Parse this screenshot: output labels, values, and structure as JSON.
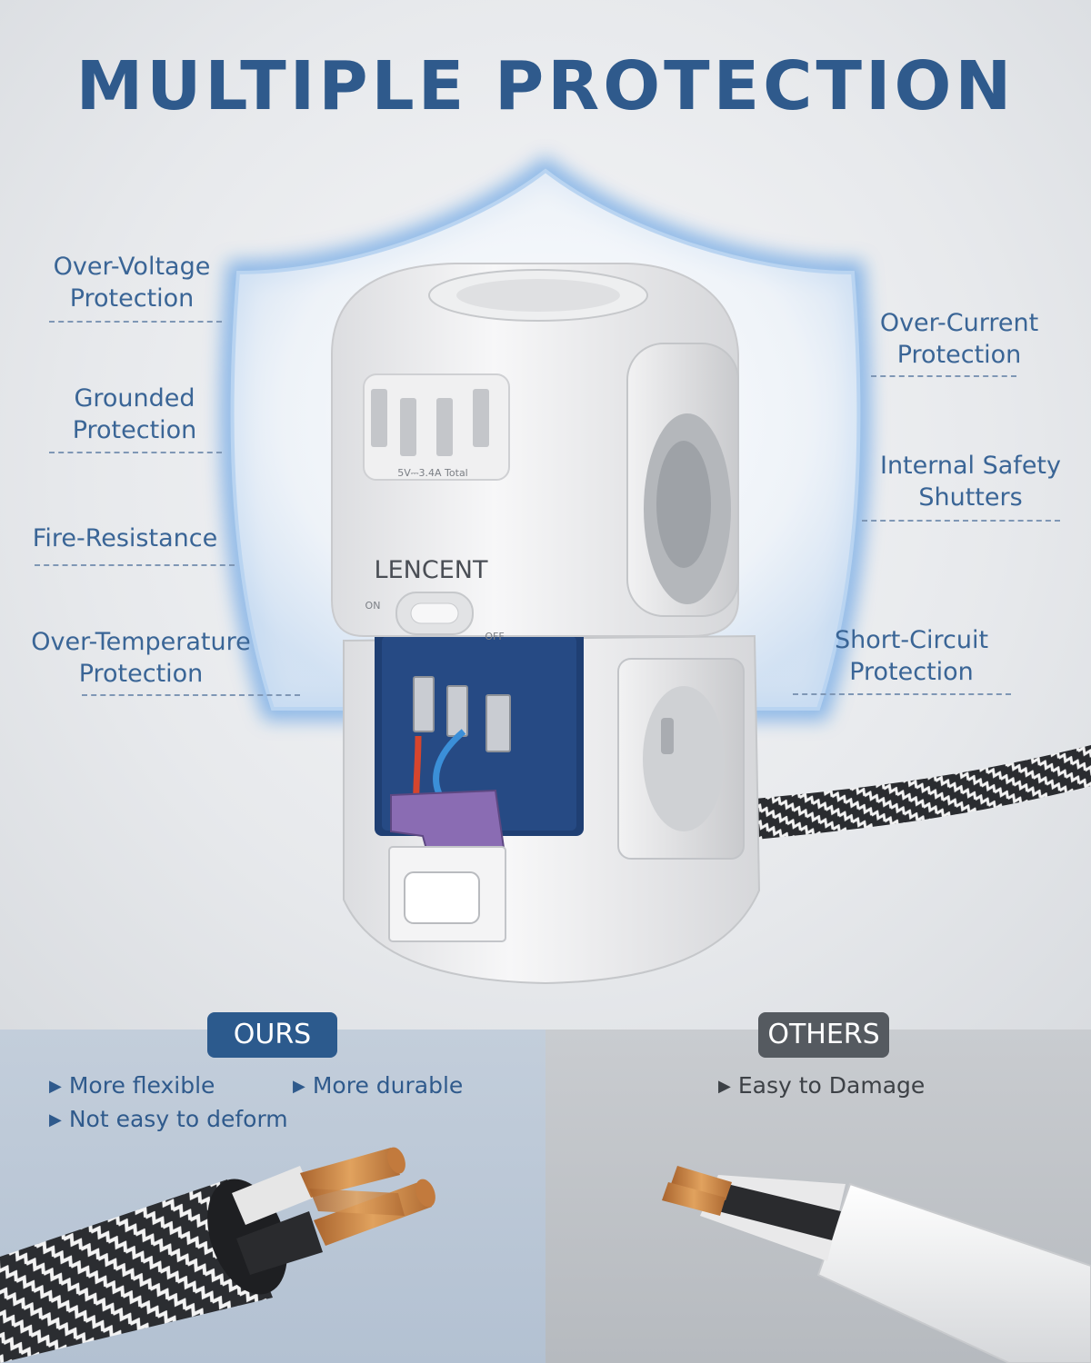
{
  "header": {
    "title": "MULTIPLE PROTECTION"
  },
  "features_left": [
    {
      "lines": [
        "Over-Voltage",
        "Protection"
      ]
    },
    {
      "lines": [
        "Grounded",
        "Protection"
      ]
    },
    {
      "lines": [
        "Fire-Resistance"
      ]
    },
    {
      "lines": [
        "Over-Temperature",
        "Protection"
      ]
    }
  ],
  "features_right": [
    {
      "lines": [
        "Over-Current",
        "Protection"
      ]
    },
    {
      "lines": [
        "Internal Safety",
        "Shutters"
      ]
    },
    {
      "lines": [
        "Short-Circuit",
        "Protection"
      ]
    }
  ],
  "device": {
    "brand": "LENCENT",
    "usb_rating": "5V⎓3.4A Total",
    "switch_on": "ON",
    "switch_off": "OFF"
  },
  "comparison": {
    "ours": {
      "label": "OURS",
      "points": [
        "More flexible",
        "More durable",
        "Not easy to deform"
      ]
    },
    "others": {
      "label": "OTHERS",
      "points": [
        "Easy to Damage"
      ]
    }
  },
  "colors": {
    "title": "#2f5a8c",
    "feature_text": "#3a6596",
    "ours_pill": "#2c5a8d",
    "others_pill": "#555a60",
    "shield_glow": "#8fb8e8"
  },
  "icons": {
    "bullet": "triangle-right-icon",
    "shield": "shield-icon"
  }
}
